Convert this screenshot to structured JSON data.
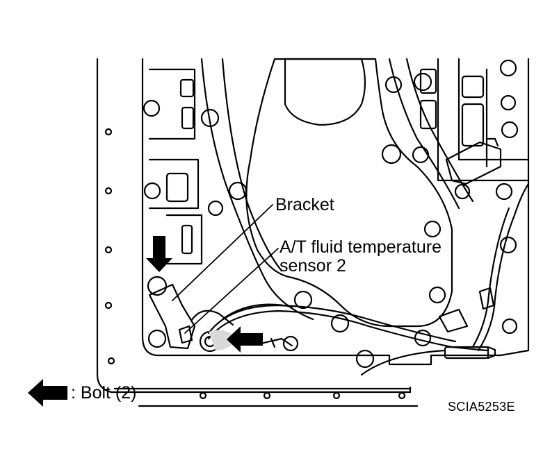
{
  "callouts": {
    "bracket": "Bracket",
    "sensor_line1": "A/T fluid temperature",
    "sensor_line2": "sensor 2"
  },
  "legend": {
    "icon": "black-arrow-icon",
    "text": ": Bolt (2)"
  },
  "figure_code": "SCIA5253E",
  "colors": {
    "ink": "#000000",
    "paper": "#ffffff",
    "shade": "#d9d9d9"
  }
}
